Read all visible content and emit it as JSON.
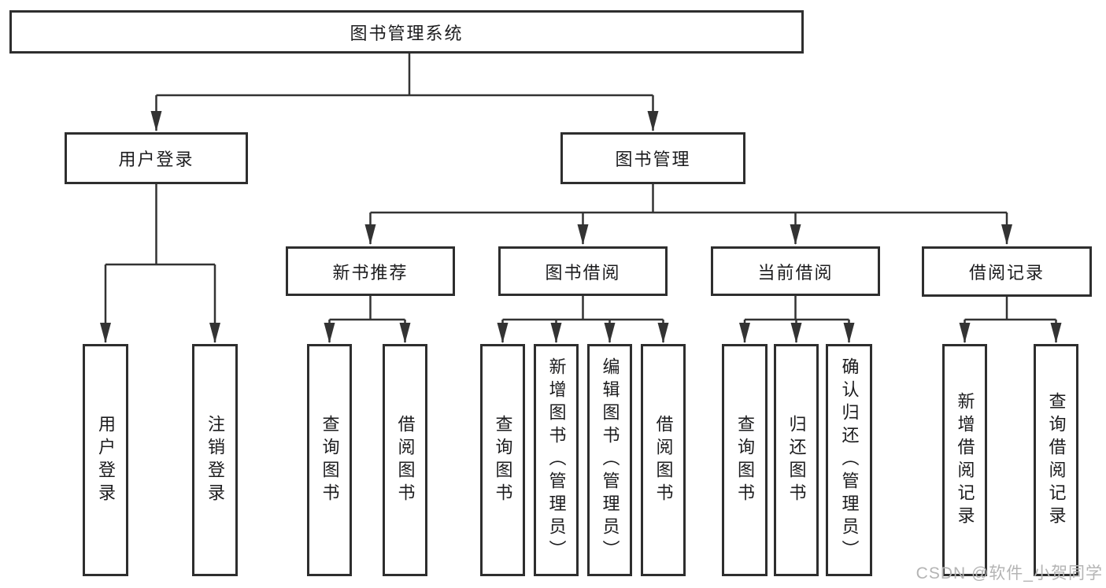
{
  "tree": {
    "label": "图书管理系统",
    "children": [
      {
        "label": "用户登录",
        "children": [
          {
            "label": "用户登录"
          },
          {
            "label": "注销登录"
          }
        ]
      },
      {
        "label": "图书管理",
        "children": [
          {
            "label": "新书推荐",
            "children": [
              {
                "label": "查询图书"
              },
              {
                "label": "借阅图书"
              }
            ]
          },
          {
            "label": "图书借阅",
            "children": [
              {
                "label": "查询图书"
              },
              {
                "label": "新增图书（管理员）"
              },
              {
                "label": "编辑图书（管理员）"
              },
              {
                "label": "借阅图书"
              }
            ]
          },
          {
            "label": "当前借阅",
            "children": [
              {
                "label": "查询图书"
              },
              {
                "label": "归还图书"
              },
              {
                "label": "确认归还（管理员）"
              }
            ]
          },
          {
            "label": "借阅记录",
            "children": [
              {
                "label": "新增借阅记录"
              },
              {
                "label": "查询借阅记录"
              }
            ]
          }
        ]
      }
    ]
  },
  "watermark": "CSDN @软件_小贺同学",
  "colors": {
    "line": "#333333",
    "border": "#2e2e2e",
    "text": "#1c1c1e",
    "watermark": "#b4b4b4",
    "background": "#ffffff"
  }
}
